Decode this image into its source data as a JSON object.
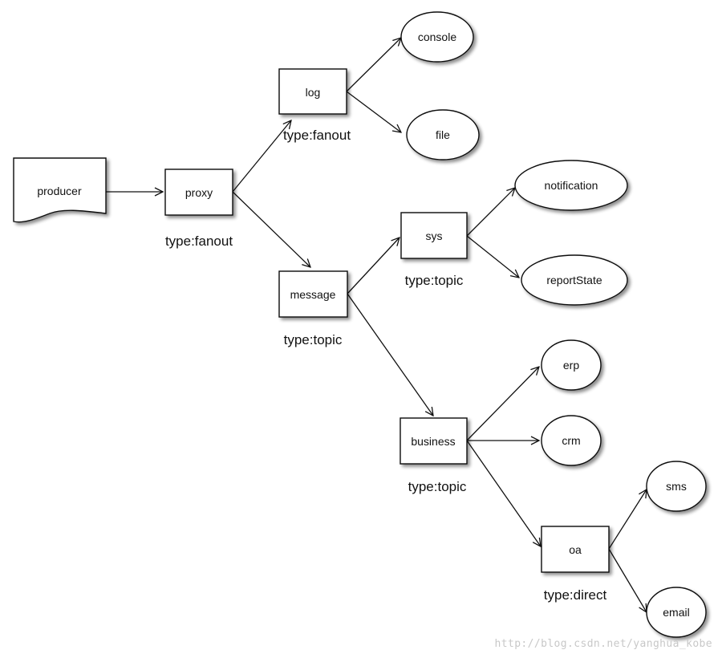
{
  "nodes": {
    "producer": "producer",
    "proxy": "proxy",
    "log": "log",
    "message": "message",
    "sys": "sys",
    "business": "business",
    "oa": "oa",
    "console": "console",
    "file": "file",
    "notification": "notification",
    "reportState": "reportState",
    "erp": "erp",
    "crm": "crm",
    "sms": "sms",
    "email": "email"
  },
  "type_labels": {
    "proxy": "type:fanout",
    "log": "type:fanout",
    "message": "type:topic",
    "sys": "type:topic",
    "business": "type:topic",
    "oa": "type:direct"
  },
  "watermark": "http://blog.csdn.net/yanghua_kobe"
}
